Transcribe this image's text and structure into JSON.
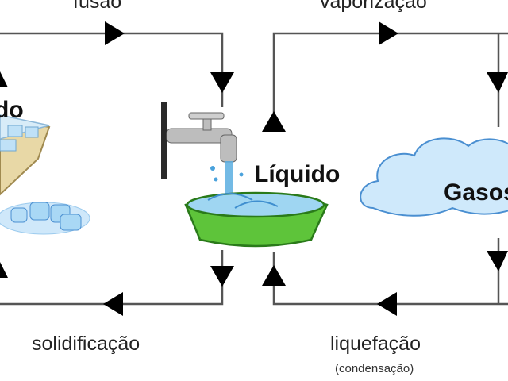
{
  "states": {
    "solid": "Sólido",
    "liquid": "Líquido",
    "gas": "Gasoso"
  },
  "processes": {
    "fusion": "fusão",
    "vaporization": "vaporização",
    "solidification": "solidificação",
    "liquefaction": "liquefação",
    "liquefaction_note": "(condensação)"
  },
  "colors": {
    "line": "#555555",
    "arrow": "#000000",
    "basin": "#5ec43a",
    "water": "#7cc8ef",
    "ice": "#a9d8f5",
    "cloud": "#cfe9fb",
    "cloud_stroke": "#4a8fd1",
    "faucet": "#b5b5b5"
  }
}
